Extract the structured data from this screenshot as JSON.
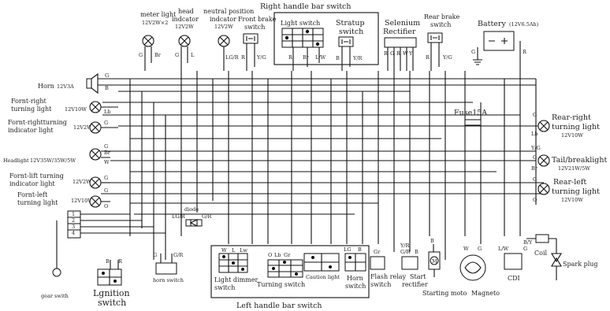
{
  "title": "Right handle bar switch",
  "bottom_title": "Left handle bar switch",
  "top_components": {
    "meter_light": {
      "name": "meter light",
      "spec": "12V2W×2",
      "wires": [
        "G",
        "Br"
      ]
    },
    "head_indicator": {
      "name1": "head",
      "name2": "indcator",
      "spec": "12V2W",
      "wires": [
        "G",
        "L"
      ]
    },
    "neutral_indicator": {
      "name1": "neutral position",
      "name2": "indcator",
      "spec": "12V2W",
      "wires": [
        "LG/R"
      ]
    },
    "front_brake": {
      "name1": "Front brake",
      "name2": "switch",
      "wires": [
        "R",
        "Y/G"
      ]
    },
    "light_switch": {
      "name": "Light switch",
      "wires": [
        "R",
        "Br",
        "L/W"
      ]
    },
    "stratup_switch": {
      "name1": "Stratup",
      "name2": "switch",
      "wires": [
        "B",
        "Y/R"
      ]
    },
    "rectifier": {
      "name1": "Selenium",
      "name2": "Rectifier",
      "wires": [
        "R",
        "G",
        "R",
        "W",
        "Y"
      ]
    },
    "rear_brake": {
      "name1": "Rear brake",
      "name2": "switch",
      "wires": [
        "R",
        "Y/G"
      ]
    },
    "battery": {
      "name": "Battery",
      "spec": "(12V6.5Ah)",
      "wires": [
        "G",
        "R"
      ]
    }
  },
  "left_components": {
    "horn": {
      "name": "Horn",
      "spec": "12V3A",
      "wires": [
        "G",
        "B"
      ]
    },
    "front_right_turn": {
      "name1": "Fornt-right",
      "name2": "turning light",
      "spec": "12V10W",
      "wires": [
        "Lb"
      ]
    },
    "front_right_indicator": {
      "name1": "Fornt-rightturning",
      "name2": "indicator light",
      "spec": "12V2W",
      "wires": [
        "G"
      ]
    },
    "headlight": {
      "name": "Headlight",
      "spec": "12V35W/35W/5W",
      "wires": [
        "G",
        "Br",
        "W"
      ]
    },
    "front_left_indicator": {
      "name1": "Fornt-lift turning",
      "name2": "indicator light",
      "spec": "12V2W",
      "wires": [
        "G"
      ]
    },
    "front_left_turn": {
      "name1": "Fornt-left",
      "name2": "turning light",
      "spec": "12V10W",
      "wires": [
        "G",
        "O"
      ]
    }
  },
  "right_components": {
    "fuse": {
      "name": "Fuse15A"
    },
    "rear_right_turn": {
      "name1": "Rear-right",
      "name2": "turning light",
      "spec": "12V10W",
      "wires": [
        "G",
        "Lb"
      ]
    },
    "tail_brake_light": {
      "name": "Tail/breaklight",
      "spec": "12V21W/5W",
      "wires": [
        "Y/G",
        "G",
        "Br"
      ]
    },
    "rear_left_turn": {
      "name1": "Rear-left",
      "name2": "turning light",
      "spec": "12V10W",
      "wires": [
        "G",
        "O"
      ]
    }
  },
  "bottom_components": {
    "gear_switch": {
      "name": "gear swith",
      "positions": [
        "1",
        "2",
        "3",
        "4"
      ]
    },
    "ignition_switch": {
      "name1": "Lgnition",
      "name2": "switch",
      "wires": [
        "B",
        "R"
      ]
    },
    "horn_switch": {
      "name": "horn switch",
      "wires": [
        "G",
        "G/R"
      ]
    },
    "diode": {
      "name": "diode",
      "wires": [
        "LG/R",
        "G/R"
      ]
    },
    "light_dimmer": {
      "name1": "Light dimmer",
      "name2": "switch",
      "wires": [
        "W",
        "L",
        "Lw"
      ]
    },
    "turning_switch": {
      "name": "Turning switch",
      "wires": [
        "O",
        "Lb",
        "Gr"
      ]
    },
    "caution_light": {
      "name": "Caution light"
    },
    "horn_switch_left": {
      "name1": "Horn",
      "name2": "switch",
      "wires": [
        "LG",
        "B"
      ]
    },
    "flash_relay": {
      "name1": "Flash relay",
      "name2": "switch",
      "wires": [
        "Gr"
      ]
    },
    "start_rectifier": {
      "name1": "Start",
      "name2": "rectifier",
      "wires": [
        "Y/R",
        "G/R",
        "B"
      ]
    },
    "starting_motor": {
      "name": "Starting moto",
      "wires": [
        "B"
      ]
    },
    "magneto": {
      "name": "Magneto",
      "wires": [
        "W",
        "G"
      ]
    },
    "cdi": {
      "name": "CDI",
      "wires": [
        "L/W"
      ]
    },
    "coil": {
      "name": "Coil",
      "wires": [
        "B/Y",
        "G"
      ]
    },
    "spark_plug": {
      "name": "Spark plug"
    }
  },
  "icons": {
    "lamp": "lamp-icon",
    "switch": "switch-icon",
    "battery": "battery-icon",
    "horn": "horn-icon",
    "ground": "ground-icon"
  }
}
